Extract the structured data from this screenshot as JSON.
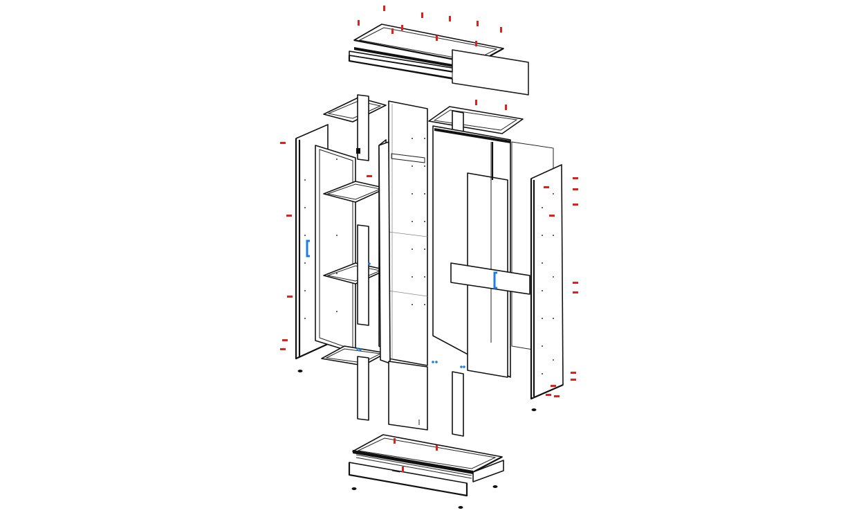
{
  "diagram": {
    "kind": "exploded-assembly",
    "colors": {
      "line": "#111111",
      "background": "#ffffff",
      "screw_marker": "#e0201b",
      "connector_marker": "#1a7fe0",
      "handle": "#1a7fe0"
    },
    "parts": [
      "top-panel",
      "top-rail",
      "top-back-board",
      "upper-shelf-left",
      "upper-shelf-right",
      "left-side-panel",
      "left-inner-partition",
      "left-shelf-upper",
      "left-shelf-lower",
      "left-bottom-shelf",
      "center-divider-left",
      "center-divider-right",
      "center-back-panel",
      "left-door",
      "right-door",
      "right-inner-panel",
      "right-side-panel",
      "drawer-front",
      "bottom-panel",
      "plinth-front",
      "handle-left",
      "handle-right"
    ],
    "icons": [
      "screw-marker-icon",
      "connector-marker-icon",
      "foot-glide-icon",
      "handle-icon"
    ]
  }
}
